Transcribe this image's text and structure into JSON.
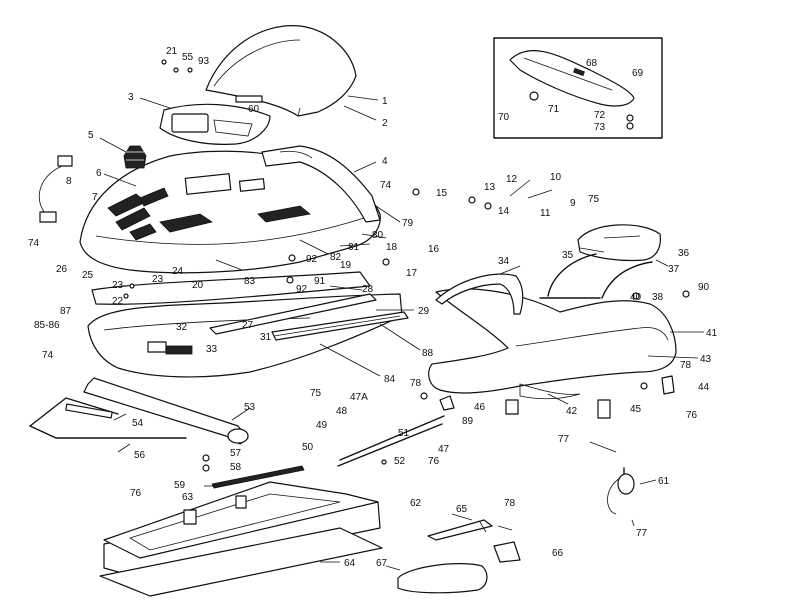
{
  "callouts": [
    {
      "id": "c1",
      "text": "1"
    },
    {
      "id": "c2",
      "text": "2"
    },
    {
      "id": "c3",
      "text": "3"
    },
    {
      "id": "c4",
      "text": "4"
    },
    {
      "id": "c5",
      "text": "5"
    },
    {
      "id": "c6",
      "text": "6"
    },
    {
      "id": "c7",
      "text": "7"
    },
    {
      "id": "c8",
      "text": "8"
    },
    {
      "id": "c9",
      "text": "9"
    },
    {
      "id": "c10",
      "text": "10"
    },
    {
      "id": "c11",
      "text": "11"
    },
    {
      "id": "c12",
      "text": "12"
    },
    {
      "id": "c13",
      "text": "13"
    },
    {
      "id": "c14",
      "text": "14"
    },
    {
      "id": "c15",
      "text": "15"
    },
    {
      "id": "c16",
      "text": "16"
    },
    {
      "id": "c17",
      "text": "17"
    },
    {
      "id": "c18",
      "text": "18"
    },
    {
      "id": "c19",
      "text": "19"
    },
    {
      "id": "c20",
      "text": "20"
    },
    {
      "id": "c21",
      "text": "21"
    },
    {
      "id": "c22",
      "text": "22"
    },
    {
      "id": "c23a",
      "text": "23"
    },
    {
      "id": "c23b",
      "text": "23"
    },
    {
      "id": "c24",
      "text": "24"
    },
    {
      "id": "c25",
      "text": "25"
    },
    {
      "id": "c26",
      "text": "26"
    },
    {
      "id": "c27",
      "text": "27"
    },
    {
      "id": "c28",
      "text": "28"
    },
    {
      "id": "c29",
      "text": "29"
    },
    {
      "id": "c31",
      "text": "31"
    },
    {
      "id": "c32",
      "text": "32"
    },
    {
      "id": "c33",
      "text": "33"
    },
    {
      "id": "c34",
      "text": "34"
    },
    {
      "id": "c35",
      "text": "35"
    },
    {
      "id": "c36",
      "text": "36"
    },
    {
      "id": "c37",
      "text": "37"
    },
    {
      "id": "c38",
      "text": "38"
    },
    {
      "id": "c40",
      "text": "40"
    },
    {
      "id": "c41",
      "text": "41"
    },
    {
      "id": "c42",
      "text": "42"
    },
    {
      "id": "c43",
      "text": "43"
    },
    {
      "id": "c44",
      "text": "44"
    },
    {
      "id": "c45",
      "text": "45"
    },
    {
      "id": "c46",
      "text": "46"
    },
    {
      "id": "c47",
      "text": "47"
    },
    {
      "id": "c47a",
      "text": "47A"
    },
    {
      "id": "c48",
      "text": "48"
    },
    {
      "id": "c49",
      "text": "49"
    },
    {
      "id": "c50",
      "text": "50"
    },
    {
      "id": "c51",
      "text": "51"
    },
    {
      "id": "c52",
      "text": "52"
    },
    {
      "id": "c53",
      "text": "53"
    },
    {
      "id": "c54",
      "text": "54"
    },
    {
      "id": "c55",
      "text": "55"
    },
    {
      "id": "c56",
      "text": "56"
    },
    {
      "id": "c57",
      "text": "57"
    },
    {
      "id": "c58",
      "text": "58"
    },
    {
      "id": "c59",
      "text": "59"
    },
    {
      "id": "c60",
      "text": "60"
    },
    {
      "id": "c61",
      "text": "61"
    },
    {
      "id": "c62",
      "text": "62"
    },
    {
      "id": "c63",
      "text": "63"
    },
    {
      "id": "c64",
      "text": "64"
    },
    {
      "id": "c65",
      "text": "65"
    },
    {
      "id": "c66",
      "text": "66"
    },
    {
      "id": "c67",
      "text": "67"
    },
    {
      "id": "c68",
      "text": "68"
    },
    {
      "id": "c69",
      "text": "69"
    },
    {
      "id": "c70",
      "text": "70"
    },
    {
      "id": "c71",
      "text": "71"
    },
    {
      "id": "c72",
      "text": "72"
    },
    {
      "id": "c73",
      "text": "73"
    },
    {
      "id": "c74a",
      "text": "74"
    },
    {
      "id": "c74b",
      "text": "74"
    },
    {
      "id": "c74c",
      "text": "74"
    },
    {
      "id": "c75a",
      "text": "75"
    },
    {
      "id": "c75b",
      "text": "75"
    },
    {
      "id": "c76a",
      "text": "76"
    },
    {
      "id": "c76b",
      "text": "76"
    },
    {
      "id": "c76c",
      "text": "76"
    },
    {
      "id": "c77a",
      "text": "77"
    },
    {
      "id": "c77b",
      "text": "77"
    },
    {
      "id": "c78a",
      "text": "78"
    },
    {
      "id": "c78b",
      "text": "78"
    },
    {
      "id": "c78c",
      "text": "78"
    },
    {
      "id": "c79",
      "text": "79"
    },
    {
      "id": "c80",
      "text": "80"
    },
    {
      "id": "c81",
      "text": "81"
    },
    {
      "id": "c82",
      "text": "82"
    },
    {
      "id": "c83",
      "text": "83"
    },
    {
      "id": "c84",
      "text": "84"
    },
    {
      "id": "c8586",
      "text": "85-86"
    },
    {
      "id": "c87",
      "text": "87"
    },
    {
      "id": "c88",
      "text": "88"
    },
    {
      "id": "c89",
      "text": "89"
    },
    {
      "id": "c90",
      "text": "90"
    },
    {
      "id": "c91",
      "text": "91"
    },
    {
      "id": "c92a",
      "text": "92"
    },
    {
      "id": "c92b",
      "text": "92"
    },
    {
      "id": "c93",
      "text": "93"
    }
  ]
}
